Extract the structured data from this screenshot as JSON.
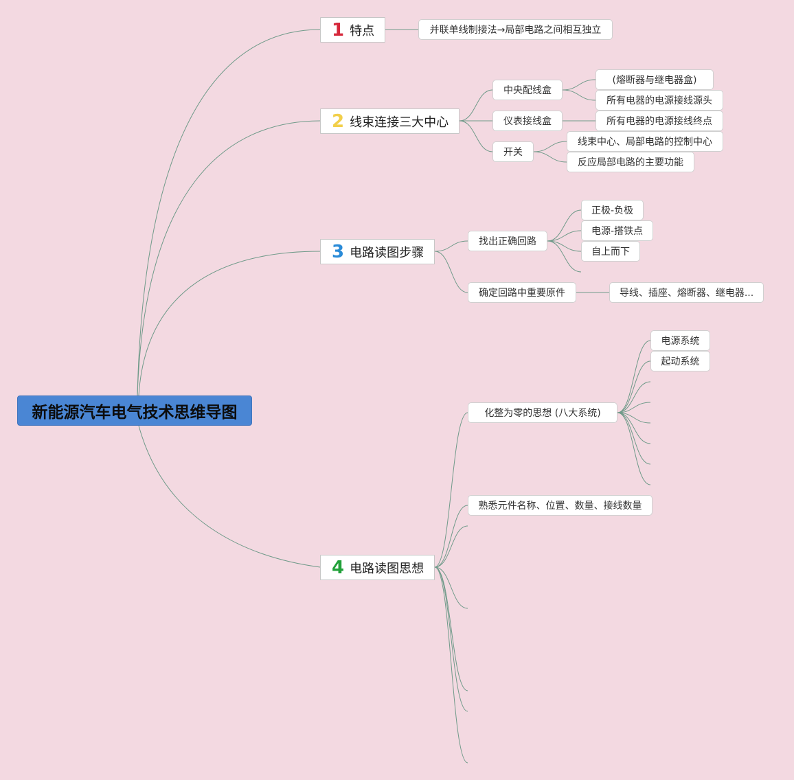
{
  "root": {
    "label": "新能源汽车电气技术思维导图"
  },
  "branches": [
    {
      "num": "1",
      "label": "特点",
      "color": "#d6283b",
      "children": [
        {
          "label": "并联单线制接法→局部电路之间相互独立"
        }
      ]
    },
    {
      "num": "2",
      "label": "线束连接三大中心",
      "color": "#f2cf4a",
      "children": [
        {
          "label": "中央配线盒",
          "children": [
            "(熔断器与继电器盒)",
            "所有电器的电源接线源头"
          ]
        },
        {
          "label": "仪表接线盒",
          "children": [
            "所有电器的电源接线终点"
          ]
        },
        {
          "label": "开关",
          "children": [
            "线束中心、局部电路的控制中心",
            "反应局部电路的主要功能"
          ]
        }
      ]
    },
    {
      "num": "3",
      "label": "电路读图步骤",
      "color": "#2a8bd8",
      "children": [
        {
          "label": "找出正确回路",
          "children": [
            "正极-负极",
            "电源-搭铁点",
            "自上而下"
          ]
        },
        {
          "label": "确定回路中重要原件",
          "children": [
            "导线、插座、熔断器、继电器..."
          ]
        }
      ]
    },
    {
      "num": "4",
      "label": "电路读图思想",
      "color": "#22a13a",
      "children": [
        {
          "label": "化整为零的思想 (八大系统)",
          "children": [
            "电源系统",
            "起动系统"
          ]
        },
        {
          "label": "熟悉元件名称、位置、数量、接线数量"
        }
      ]
    }
  ],
  "colors": {
    "background": "#f3d9e1",
    "link": "#6f9a89",
    "root_fill": "#4a86d4"
  }
}
